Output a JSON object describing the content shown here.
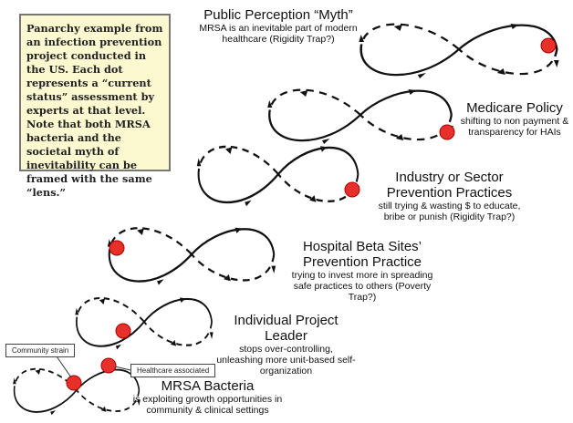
{
  "note": "Panarchy example from an infection prevention project conducted in the US. Each dot represents a “current status” assessment by experts at that level. Note that both MRSA bacteria and the societal myth of inevitability can be framed with the same “lens.”",
  "levels": [
    {
      "title": "Public Perception “Myth”",
      "subtitle": "MRSA is an inevitable part of modern healthcare (Rigidity Trap?)"
    },
    {
      "title": "Medicare Policy",
      "subtitle": "shifting to non payment & transparency for HAIs"
    },
    {
      "title": "Industry or Sector Prevention Practices",
      "subtitle": "still trying & wasting $ to educate, bribe or punish (Rigidity Trap?)"
    },
    {
      "title": "Hospital Beta Sites’ Prevention Practice",
      "subtitle": "trying to invest more in spreading safe practices to others (Poverty Trap?)"
    },
    {
      "title": "Individual Project Leader",
      "subtitle": "stops over-controlling, unleashing more unit-based self-organization"
    },
    {
      "title": "MRSA Bacteria",
      "subtitle": "is exploiting growth opportunities in community & clinical settings"
    }
  ],
  "tags": {
    "community": "Community strain",
    "healthcare": "Healthcare associated"
  },
  "colors": {
    "dot": "#e8302a",
    "note_bg": "#fcf8d0"
  }
}
